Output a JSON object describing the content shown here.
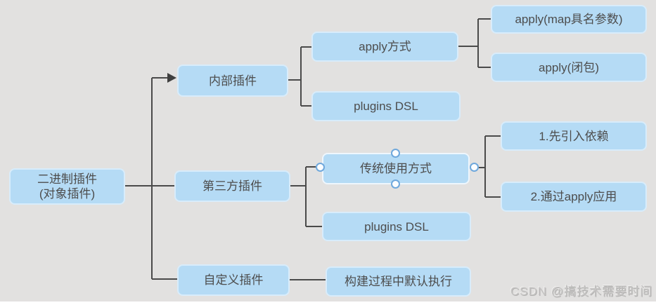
{
  "canvas": {
    "background": "#e2e1e0",
    "bottom_strip": "#ffffff"
  },
  "style": {
    "node_fill": "#b5dbf5",
    "node_border": "#d8ecfb",
    "selected_node_border": "#eef6fd",
    "connector_color": "#4a4a4a",
    "text_color": "#4d4d4d",
    "handle_stroke": "#6fa8dc"
  },
  "nodes": {
    "root": {
      "line1": "二进制插件",
      "line2": "(对象插件)"
    },
    "internal": {
      "label": "内部插件"
    },
    "apply_method": {
      "label": "apply方式"
    },
    "apply_map": {
      "label": "apply(map具名参数)"
    },
    "apply_closure": {
      "label": "apply(闭包)"
    },
    "plugins_dsl_1": {
      "label": "plugins DSL"
    },
    "third_party": {
      "label": "第三方插件"
    },
    "traditional": {
      "label": "传统使用方式",
      "selected": true
    },
    "step1": {
      "label": "1.先引入依赖"
    },
    "step2": {
      "label": "2.通过apply应用"
    },
    "plugins_dsl_2": {
      "label": "plugins DSL"
    },
    "custom": {
      "label": "自定义插件"
    },
    "build_default": {
      "label": "构建过程中默认执行"
    }
  },
  "watermark": {
    "text": "CSDN @搞技术需要时间"
  }
}
